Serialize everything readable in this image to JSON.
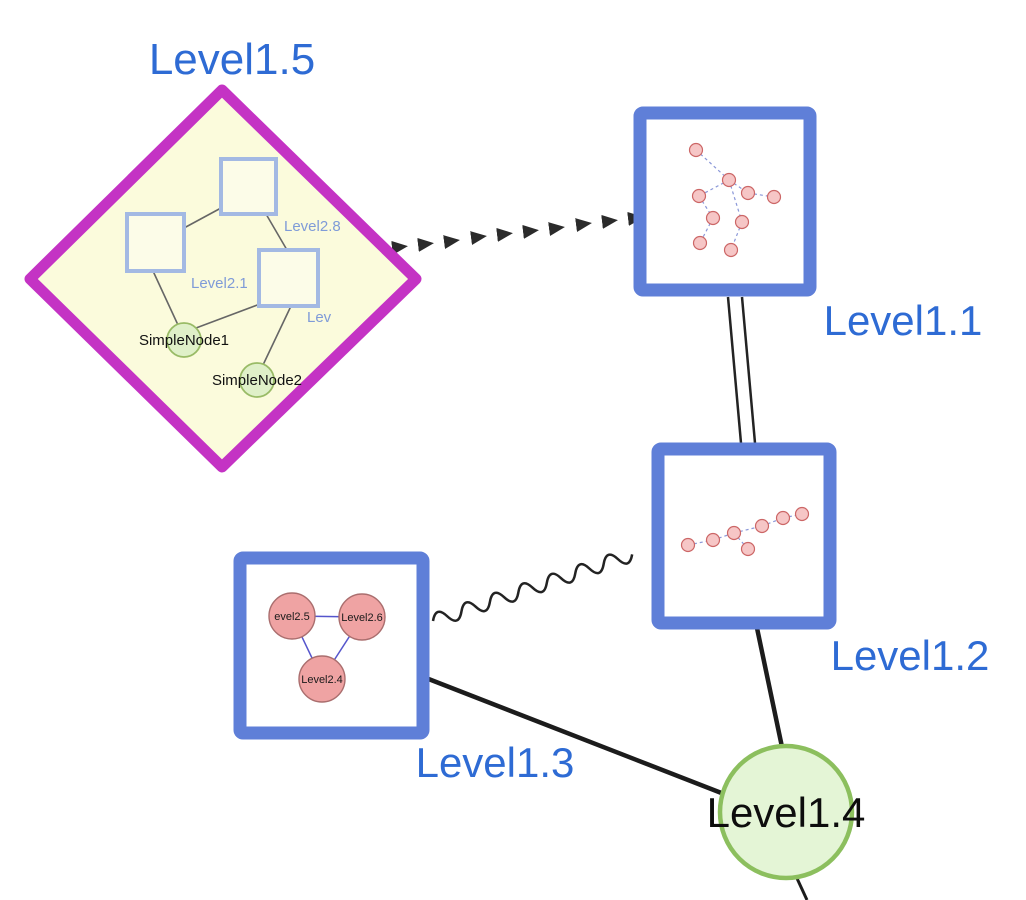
{
  "diagram": {
    "labels": {
      "level15": "Level1.5",
      "level11": "Level1.1",
      "level12": "Level1.2",
      "level13": "Level1.3",
      "level14": "Level1.4"
    },
    "level15_children": {
      "level28": "Level2.8",
      "level21": "Level2.1",
      "lev_truncated": "Lev",
      "simple_node1": "SimpleNode1",
      "simple_node2": "SimpleNode2"
    },
    "level13_children": {
      "level25": "evel2.5",
      "level26": "Level2.6",
      "level24": "Level2.4"
    },
    "edges": [
      {
        "from": "Level1.5",
        "to": "Level1.1",
        "style": "dashed-arrow"
      },
      {
        "from": "Level1.1",
        "to": "Level1.2",
        "style": "double-line"
      },
      {
        "from": "Level1.3",
        "to": "Level1.2",
        "style": "wavy"
      },
      {
        "from": "Level1.3",
        "to": "Level1.4",
        "style": "solid"
      },
      {
        "from": "Level1.2",
        "to": "Level1.4",
        "style": "solid"
      },
      {
        "from": "Level1.4",
        "to": "offscreen-bottom",
        "style": "solid"
      }
    ],
    "colors": {
      "label_blue": "#2e6bd4",
      "diamond_border": "#c433c4",
      "diamond_fill": "#fbfbdc",
      "group_border": "#5f7fd8",
      "group_fill": "#ffffff",
      "inner_square_border": "#a3b9e3",
      "inner_square_fill": "#fcfce8",
      "green_fill": "#e1f3d2",
      "green_border": "#8cbf5e",
      "pink_fill": "#efa3a3",
      "pink_border": "#aa6e6e",
      "mini_edge_blue": "#8a97d8",
      "edge_black": "#232323"
    }
  }
}
